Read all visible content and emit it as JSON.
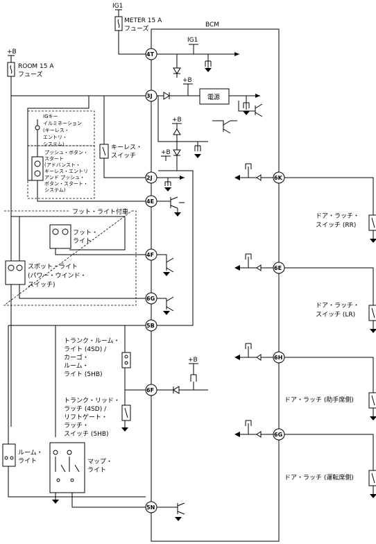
{
  "supplies": {
    "ig1_top": "IG1",
    "ig1_inner": "IG1",
    "b_top": "+B",
    "b_1": "+B",
    "b_2": "+B",
    "b_3": "+B",
    "b_4": "+B"
  },
  "fuses": {
    "meter_1": "METER 15 A",
    "meter_2": "フューズ",
    "room_1": "ROOM 15 A",
    "room_2": "フューズ"
  },
  "bcm": {
    "title": "BCM",
    "power": "電源",
    "pins": [
      "4T",
      "3J",
      "2J",
      "4E",
      "4F",
      "6G",
      "5B",
      "6F",
      "5N",
      "6K",
      "6E",
      "6H",
      "6G"
    ]
  },
  "components": {
    "ig_illum": [
      "IGキー",
      "イルミネーション",
      "(キーレス・",
      "エントリ・",
      "システム)"
    ],
    "push_start": [
      "プッシュ・ボタン・",
      "スタート",
      "(アドバンスト・",
      "キーレス・エントリ",
      "アンド プッシュ・",
      "ボタン・スタート・",
      "システム)"
    ],
    "keyless_switch": [
      "キーレス・",
      "スイッチ"
    ],
    "foot_light_option": "フット・ライト付車",
    "foot_light": [
      "フット・",
      "ライト"
    ],
    "spot_light": [
      "スポット・ライト",
      "(パワー・ウインド・",
      "スイッチ)"
    ],
    "trunk_room": [
      "トランク・ルーム・",
      "ライト (4SD) /",
      "カーゴ・",
      "ルーム・",
      "ライト (5HB)"
    ],
    "trunk_lid": [
      "トランク・リッド・",
      "ラッチ (4SD) /",
      "リフトゲート・",
      "ラッチ・",
      "スイッチ (5HB)"
    ],
    "room_light": [
      "ルーム・",
      "ライト"
    ],
    "map_light": [
      "マップ・",
      "ライト"
    ],
    "door_rr": [
      "ドア・ラッチ・",
      "スイッチ (RR)"
    ],
    "door_lr": [
      "ドア・ラッチ・",
      "スイッチ (LR)"
    ],
    "door_passenger": "ドア・ラッチ (助手席側)",
    "door_driver": "ドア・ラッチ (運転席側)"
  }
}
